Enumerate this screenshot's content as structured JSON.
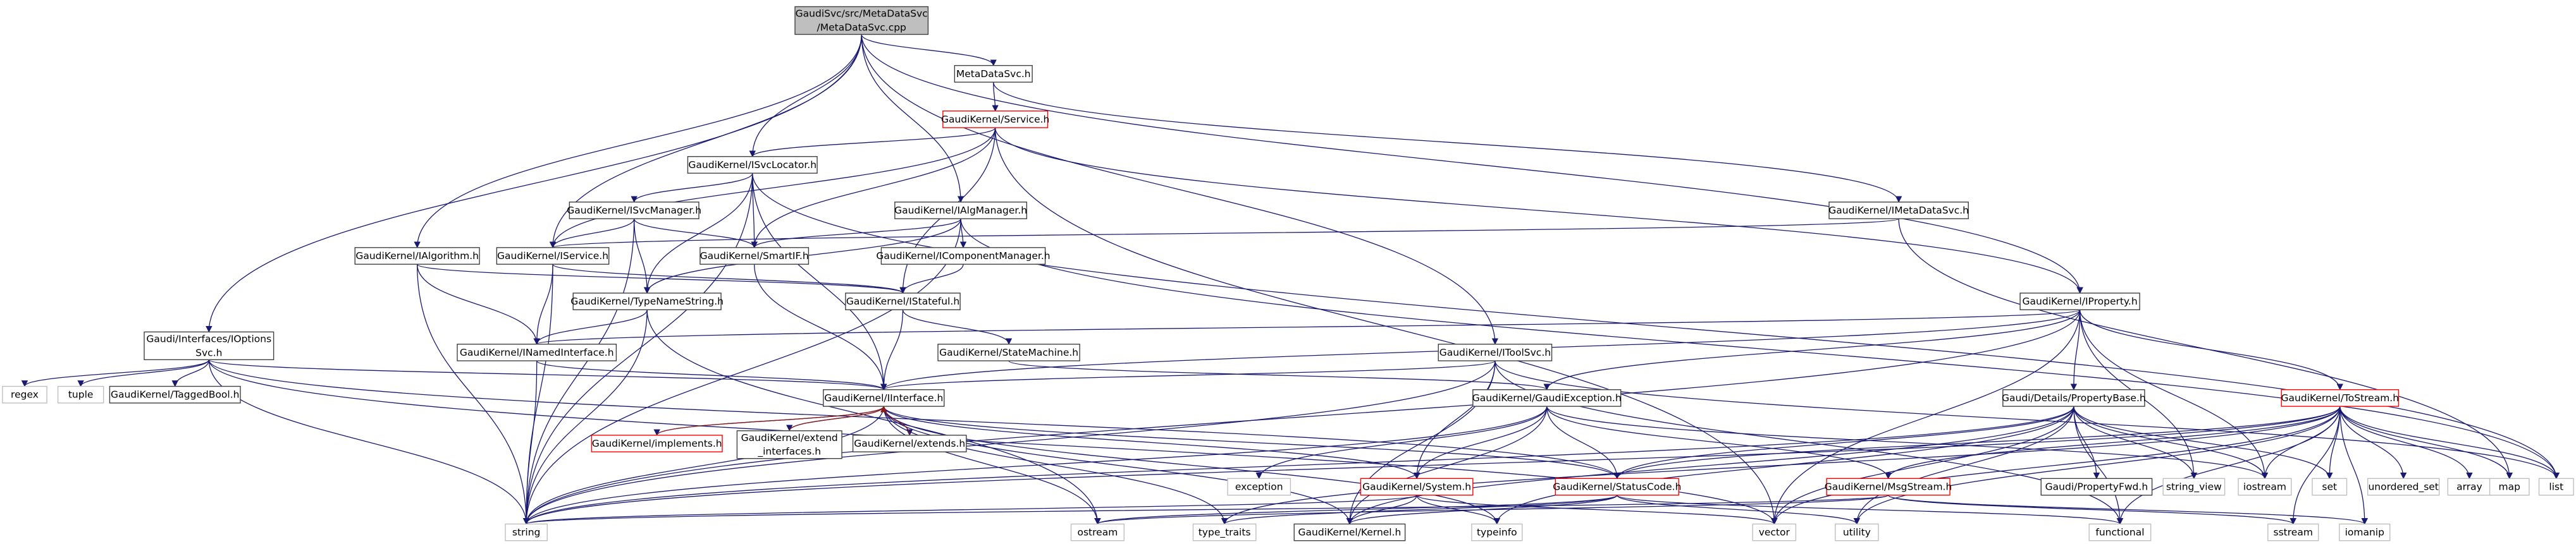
{
  "colors": {
    "edge": "#191970",
    "edge_alt": "#8b1a1a",
    "box_border": "#404040",
    "box_border_red": "#ff0000",
    "box_border_plain": "#bfbfbf",
    "root_fill": "#bfbfbf",
    "node_fill": "#ffffff"
  },
  "nodes": [
    {
      "id": "root",
      "lines": [
        "GaudiSvc/src/MetaDataSvc",
        "/MetaDataSvc.cpp"
      ],
      "style": "root"
    },
    {
      "id": "metadatasvc_h",
      "lines": [
        "MetaDataSvc.h"
      ],
      "style": "normal"
    },
    {
      "id": "service_h",
      "lines": [
        "GaudiKernel/Service.h"
      ],
      "style": "red"
    },
    {
      "id": "isvclocator_h",
      "lines": [
        "GaudiKernel/ISvcLocator.h"
      ],
      "style": "normal"
    },
    {
      "id": "isvcmanager_h",
      "lines": [
        "GaudiKernel/ISvcManager.h"
      ],
      "style": "normal"
    },
    {
      "id": "ialgmanager_h",
      "lines": [
        "GaudiKernel/IAlgManager.h"
      ],
      "style": "normal"
    },
    {
      "id": "imetadatasvc_h",
      "lines": [
        "GaudiKernel/IMetaDataSvc.h"
      ],
      "style": "normal"
    },
    {
      "id": "ialgorithm_h",
      "lines": [
        "GaudiKernel/IAlgorithm.h"
      ],
      "style": "normal"
    },
    {
      "id": "iservice_h",
      "lines": [
        "GaudiKernel/IService.h"
      ],
      "style": "normal"
    },
    {
      "id": "smartif_h",
      "lines": [
        "GaudiKernel/SmartIF.h"
      ],
      "style": "normal"
    },
    {
      "id": "icomponentmanager_h",
      "lines": [
        "GaudiKernel/IComponentManager.h"
      ],
      "style": "normal"
    },
    {
      "id": "iproperty_h",
      "lines": [
        "GaudiKernel/IProperty.h"
      ],
      "style": "normal"
    },
    {
      "id": "typenamestring_h",
      "lines": [
        "GaudiKernel/TypeNameString.h"
      ],
      "style": "normal"
    },
    {
      "id": "istateful_h",
      "lines": [
        "GaudiKernel/IStateful.h"
      ],
      "style": "normal"
    },
    {
      "id": "ioptionssvc_h",
      "lines": [
        "Gaudi/Interfaces/IOptions",
        "Svc.h"
      ],
      "style": "normal"
    },
    {
      "id": "inamedinterface_h",
      "lines": [
        "GaudiKernel/INamedInterface.h"
      ],
      "style": "normal"
    },
    {
      "id": "statemachine_h",
      "lines": [
        "GaudiKernel/StateMachine.h"
      ],
      "style": "normal"
    },
    {
      "id": "itoolsvc_h",
      "lines": [
        "GaudiKernel/IToolSvc.h"
      ],
      "style": "normal"
    },
    {
      "id": "regex",
      "lines": [
        "regex"
      ],
      "style": "plain"
    },
    {
      "id": "tuple",
      "lines": [
        "tuple"
      ],
      "style": "plain"
    },
    {
      "id": "taggedbool_h",
      "lines": [
        "GaudiKernel/TaggedBool.h"
      ],
      "style": "normal"
    },
    {
      "id": "iinterface_h",
      "lines": [
        "GaudiKernel/IInterface.h"
      ],
      "style": "normal"
    },
    {
      "id": "gaudiexception_h",
      "lines": [
        "GaudiKernel/GaudiException.h"
      ],
      "style": "normal"
    },
    {
      "id": "propertybase_h",
      "lines": [
        "Gaudi/Details/PropertyBase.h"
      ],
      "style": "normal"
    },
    {
      "id": "tostream_h",
      "lines": [
        "GaudiKernel/ToStream.h"
      ],
      "style": "red"
    },
    {
      "id": "implements_h",
      "lines": [
        "GaudiKernel/implements.h"
      ],
      "style": "red"
    },
    {
      "id": "extend_interfaces_h",
      "lines": [
        "GaudiKernel/extend",
        "_interfaces.h"
      ],
      "style": "normal"
    },
    {
      "id": "extends_h",
      "lines": [
        "GaudiKernel/extends.h"
      ],
      "style": "normal"
    },
    {
      "id": "exception",
      "lines": [
        "exception"
      ],
      "style": "plain"
    },
    {
      "id": "system_h",
      "lines": [
        "GaudiKernel/System.h"
      ],
      "style": "red"
    },
    {
      "id": "statuscode_h",
      "lines": [
        "GaudiKernel/StatusCode.h"
      ],
      "style": "red"
    },
    {
      "id": "msgstream_h",
      "lines": [
        "GaudiKernel/MsgStream.h"
      ],
      "style": "red"
    },
    {
      "id": "propertyfwd_h",
      "lines": [
        "Gaudi/PropertyFwd.h"
      ],
      "style": "normal"
    },
    {
      "id": "string_view",
      "lines": [
        "string_view"
      ],
      "style": "plain"
    },
    {
      "id": "iostream",
      "lines": [
        "iostream"
      ],
      "style": "plain"
    },
    {
      "id": "set",
      "lines": [
        "set"
      ],
      "style": "plain"
    },
    {
      "id": "unordered_set",
      "lines": [
        "unordered_set"
      ],
      "style": "plain"
    },
    {
      "id": "array",
      "lines": [
        "array"
      ],
      "style": "plain"
    },
    {
      "id": "map",
      "lines": [
        "map"
      ],
      "style": "plain"
    },
    {
      "id": "list",
      "lines": [
        "list"
      ],
      "style": "plain"
    },
    {
      "id": "string",
      "lines": [
        "string"
      ],
      "style": "plain"
    },
    {
      "id": "ostream",
      "lines": [
        "ostream"
      ],
      "style": "plain"
    },
    {
      "id": "type_traits",
      "lines": [
        "type_traits"
      ],
      "style": "plain"
    },
    {
      "id": "kernel_h",
      "lines": [
        "GaudiKernel/Kernel.h"
      ],
      "style": "normal"
    },
    {
      "id": "typeinfo",
      "lines": [
        "typeinfo"
      ],
      "style": "plain"
    },
    {
      "id": "vector",
      "lines": [
        "vector"
      ],
      "style": "plain"
    },
    {
      "id": "utility",
      "lines": [
        "utility"
      ],
      "style": "plain"
    },
    {
      "id": "functional",
      "lines": [
        "functional"
      ],
      "style": "plain"
    },
    {
      "id": "sstream",
      "lines": [
        "sstream"
      ],
      "style": "plain"
    },
    {
      "id": "iomanip",
      "lines": [
        "iomanip"
      ],
      "style": "plain"
    }
  ],
  "edges": [
    [
      "root",
      "metadatasvc_h"
    ],
    [
      "root",
      "isvclocator_h"
    ],
    [
      "root",
      "ialgmanager_h"
    ],
    [
      "root",
      "ialgorithm_h"
    ],
    [
      "root",
      "iservice_h"
    ],
    [
      "root",
      "ioptionssvc_h"
    ],
    [
      "root",
      "iproperty_h"
    ],
    [
      "root",
      "itoolsvc_h"
    ],
    [
      "metadatasvc_h",
      "service_h"
    ],
    [
      "metadatasvc_h",
      "imetadatasvc_h"
    ],
    [
      "service_h",
      "isvclocator_h"
    ],
    [
      "service_h",
      "iservice_h"
    ],
    [
      "service_h",
      "smartif_h"
    ],
    [
      "service_h",
      "istateful_h"
    ],
    [
      "service_h",
      "iproperty_h"
    ],
    [
      "service_h",
      "vector"
    ],
    [
      "isvclocator_h",
      "isvcmanager_h"
    ],
    [
      "isvclocator_h",
      "smartif_h"
    ],
    [
      "isvclocator_h",
      "typenamestring_h"
    ],
    [
      "isvclocator_h",
      "iinterface_h"
    ],
    [
      "isvclocator_h",
      "string"
    ],
    [
      "isvclocator_h",
      "list"
    ],
    [
      "isvcmanager_h",
      "iservice_h"
    ],
    [
      "isvcmanager_h",
      "smartif_h"
    ],
    [
      "isvcmanager_h",
      "typenamestring_h"
    ],
    [
      "isvcmanager_h",
      "string"
    ],
    [
      "ialgmanager_h",
      "smartif_h"
    ],
    [
      "ialgmanager_h",
      "icomponentmanager_h"
    ],
    [
      "ialgmanager_h",
      "typenamestring_h"
    ],
    [
      "ialgmanager_h",
      "string"
    ],
    [
      "ialgmanager_h",
      "list"
    ],
    [
      "imetadatasvc_h",
      "iservice_h"
    ],
    [
      "imetadatasvc_h",
      "map"
    ],
    [
      "ialgorithm_h",
      "inamedinterface_h"
    ],
    [
      "ialgorithm_h",
      "istateful_h"
    ],
    [
      "ialgorithm_h",
      "string"
    ],
    [
      "iservice_h",
      "inamedinterface_h"
    ],
    [
      "iservice_h",
      "istateful_h"
    ],
    [
      "iservice_h",
      "string"
    ],
    [
      "smartif_h",
      "iinterface_h"
    ],
    [
      "icomponentmanager_h",
      "istateful_h"
    ],
    [
      "iproperty_h",
      "inamedinterface_h"
    ],
    [
      "iproperty_h",
      "iinterface_h"
    ],
    [
      "iproperty_h",
      "propertybase_h"
    ],
    [
      "iproperty_h",
      "gaudiexception_h"
    ],
    [
      "iproperty_h",
      "tostream_h"
    ],
    [
      "iproperty_h",
      "string"
    ],
    [
      "iproperty_h",
      "vector"
    ],
    [
      "iproperty_h",
      "string_view"
    ],
    [
      "iproperty_h",
      "iostream"
    ],
    [
      "typenamestring_h",
      "inamedinterface_h"
    ],
    [
      "typenamestring_h",
      "string"
    ],
    [
      "typenamestring_h",
      "ostream"
    ],
    [
      "istateful_h",
      "iinterface_h"
    ],
    [
      "istateful_h",
      "statemachine_h"
    ],
    [
      "ioptionssvc_h",
      "regex"
    ],
    [
      "ioptionssvc_h",
      "tuple"
    ],
    [
      "ioptionssvc_h",
      "taggedbool_h"
    ],
    [
      "ioptionssvc_h",
      "iinterface_h"
    ],
    [
      "ioptionssvc_h",
      "string"
    ],
    [
      "ioptionssvc_h",
      "vector"
    ],
    [
      "ioptionssvc_h",
      "statuscode_h"
    ],
    [
      "inamedinterface_h",
      "iinterface_h"
    ],
    [
      "inamedinterface_h",
      "string"
    ],
    [
      "statemachine_h",
      "gaudiexception_h"
    ],
    [
      "itoolsvc_h",
      "iinterface_h"
    ],
    [
      "itoolsvc_h",
      "system_h"
    ],
    [
      "itoolsvc_h",
      "string"
    ],
    [
      "itoolsvc_h",
      "list"
    ],
    [
      "itoolsvc_h",
      "functional"
    ],
    [
      "itoolsvc_h",
      "kernel_h"
    ],
    [
      "iinterface_h",
      "implements_h"
    ],
    [
      "iinterface_h",
      "extend_interfaces_h"
    ],
    [
      "iinterface_h",
      "extends_h"
    ],
    [
      "iinterface_h",
      "system_h"
    ],
    [
      "iinterface_h",
      "statuscode_h"
    ],
    [
      "iinterface_h",
      "kernel_h"
    ],
    [
      "iinterface_h",
      "ostream"
    ],
    [
      "iinterface_h",
      "type_traits"
    ],
    [
      "iinterface_h",
      "typeinfo"
    ],
    [
      "iinterface_h",
      "string"
    ],
    [
      "implements_h",
      "iinterface_h"
    ],
    [
      "extend_interfaces_h",
      "iinterface_h"
    ],
    [
      "extends_h",
      "iinterface_h"
    ],
    [
      "gaudiexception_h",
      "system_h"
    ],
    [
      "gaudiexception_h",
      "statuscode_h"
    ],
    [
      "gaudiexception_h",
      "kernel_h"
    ],
    [
      "gaudiexception_h",
      "exception"
    ],
    [
      "gaudiexception_h",
      "string"
    ],
    [
      "gaudiexception_h",
      "iostream"
    ],
    [
      "gaudiexception_h",
      "msgstream_h"
    ],
    [
      "propertybase_h",
      "propertyfwd_h"
    ],
    [
      "propertybase_h",
      "statuscode_h"
    ],
    [
      "propertybase_h",
      "kernel_h"
    ],
    [
      "propertybase_h",
      "string"
    ],
    [
      "propertybase_h",
      "string_view"
    ],
    [
      "propertybase_h",
      "iostream"
    ],
    [
      "propertybase_h",
      "set"
    ],
    [
      "propertybase_h",
      "functional"
    ],
    [
      "propertybase_h",
      "typeinfo"
    ],
    [
      "propertybase_h",
      "utility"
    ],
    [
      "propertybase_h",
      "vector"
    ],
    [
      "tostream_h",
      "statuscode_h"
    ],
    [
      "tostream_h",
      "msgstream_h"
    ],
    [
      "tostream_h",
      "iostream"
    ],
    [
      "tostream_h",
      "set"
    ],
    [
      "tostream_h",
      "unordered_set"
    ],
    [
      "tostream_h",
      "array"
    ],
    [
      "tostream_h",
      "map"
    ],
    [
      "tostream_h",
      "list"
    ],
    [
      "tostream_h",
      "string"
    ],
    [
      "tostream_h",
      "sstream"
    ],
    [
      "tostream_h",
      "iomanip"
    ],
    [
      "tostream_h",
      "utility"
    ],
    [
      "tostream_h",
      "functional"
    ],
    [
      "tostream_h",
      "vector"
    ],
    [
      "tostream_h",
      "type_traits"
    ],
    [
      "system_h",
      "kernel_h"
    ],
    [
      "system_h",
      "typeinfo"
    ],
    [
      "system_h",
      "string"
    ],
    [
      "system_h",
      "vector"
    ],
    [
      "statuscode_h",
      "kernel_h"
    ],
    [
      "statuscode_h",
      "ostream"
    ],
    [
      "statuscode_h",
      "utility"
    ],
    [
      "statuscode_h",
      "functional"
    ],
    [
      "statuscode_h",
      "type_traits"
    ],
    [
      "msgstream_h",
      "iomanip"
    ],
    [
      "msgstream_h",
      "sstream"
    ],
    [
      "msgstream_h",
      "string"
    ],
    [
      "msgstream_h",
      "ostream"
    ]
  ]
}
